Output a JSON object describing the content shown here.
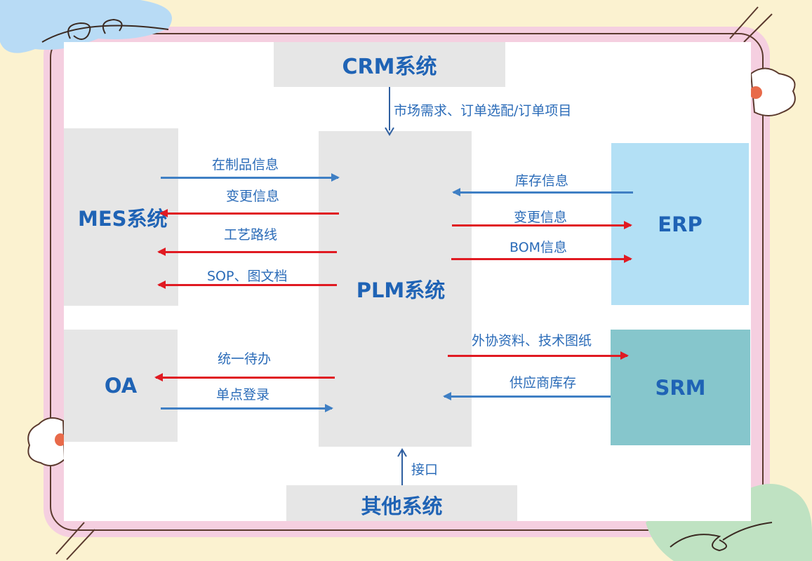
{
  "nodes": {
    "crm": "CRM系统",
    "plm": "PLM系统",
    "mes": "MES系统",
    "oa": "OA",
    "erp": "ERP",
    "srm": "SRM",
    "other": "其他系统"
  },
  "flows": {
    "crm_to_plm": "市场需求、订单选配/订单项目",
    "wip_info": "在制品信息",
    "change_info_mes": "变更信息",
    "process_route": "工艺路线",
    "sop_docs": "SOP、图文档",
    "unified_todo": "统一待办",
    "single_signon": "单点登录",
    "inventory_info": "库存信息",
    "change_info_erp": "变更信息",
    "bom_info": "BOM信息",
    "outsource_docs": "外协资料、技术图纸",
    "supplier_inventory": "供应商库存",
    "interface": "接口"
  },
  "colors": {
    "blue_arrow": "#3f7fc4",
    "red_arrow": "#e01a22",
    "box_gray": "#e6e6e6",
    "erp_fill": "#b3e0f5",
    "srm_fill": "#86c6cc",
    "title_blue": "#1f63b5"
  }
}
